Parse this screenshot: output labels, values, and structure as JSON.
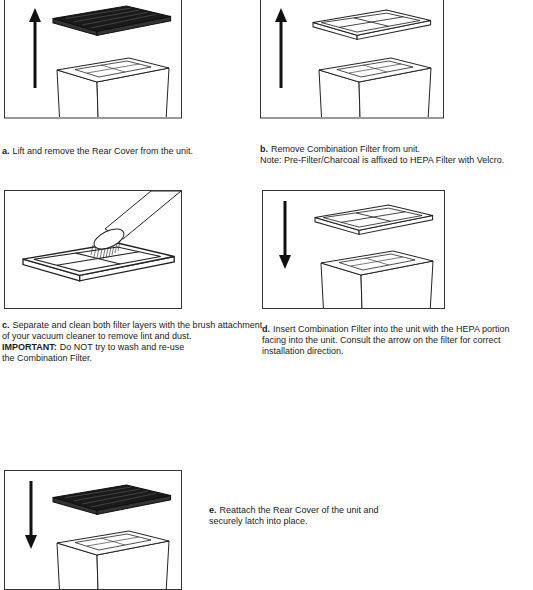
{
  "diagram": {
    "labels": [
      "a.",
      "Lift and remove the Rear Cover from the unit.",
      "b.",
      "Remove Combination Filter from unit.",
      "Note: Pre-Filter/Charcoal is affixed to HEPA Filter with Velcro.",
      "c.",
      "Separate and clean both filter layers with the brush attachment of your vacuum cleaner to remove lint and dust.",
      "IMPORTANT:",
      "Do NOT try to wash and re-use the Combination Filter.",
      "d.",
      "Insert Combination Filter into the unit with the HEPA portion facing into the unit. Consult the arrow on the filter for correct installation direction.",
      "e.",
      "Reattach the Rear Cover of the unit and securely latch into place."
    ]
  }
}
